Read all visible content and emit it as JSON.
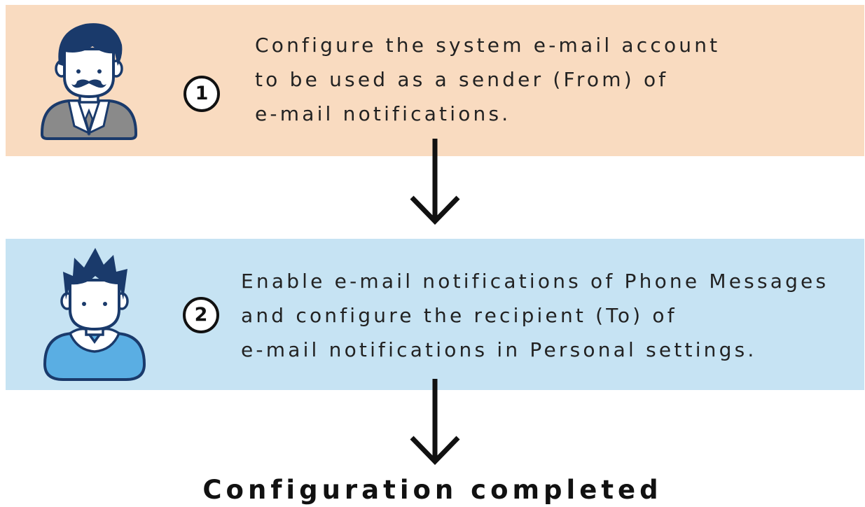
{
  "colors": {
    "step1_background": "#f9dbc0",
    "step2_background": "#c6e3f3",
    "avatar_outline": "#1a3a6b",
    "avatar1_suit": "#8a8a8a",
    "avatar2_body": "#5aaee3",
    "arrow": "#111111"
  },
  "steps": [
    {
      "number": "1",
      "icon": "administrator-avatar-icon",
      "lines": [
        "Configure the system e-mail account",
        "to be used as a sender (From) of",
        "e-mail notifications."
      ]
    },
    {
      "number": "2",
      "icon": "user-avatar-icon",
      "lines": [
        "Enable e-mail notifications of Phone Messages",
        "and configure the recipient (To) of",
        "e-mail notifications in Personal settings."
      ]
    }
  ],
  "arrows": [
    "down-arrow-icon",
    "down-arrow-icon"
  ],
  "final_label": "Configuration completed"
}
